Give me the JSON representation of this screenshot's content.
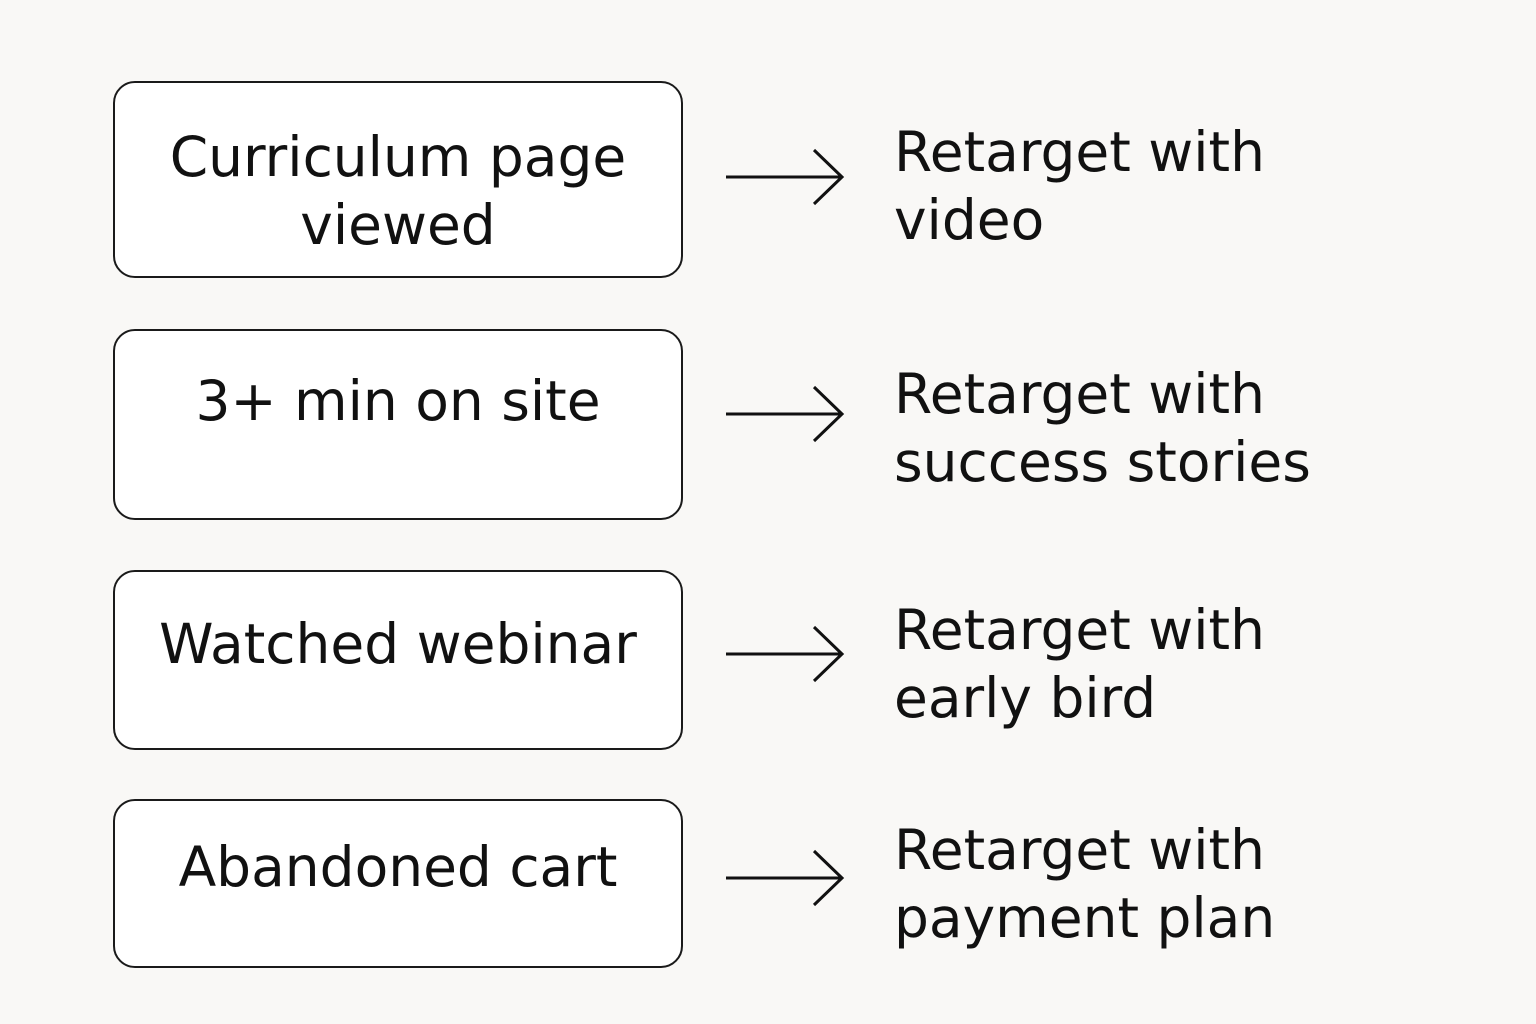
{
  "rows": [
    {
      "trigger": "Curriculum page\nviewed",
      "action": "Retarget with\nvideo"
    },
    {
      "trigger": "3+ min on site",
      "action": "Retarget with\nsuccess stories"
    },
    {
      "trigger": "Watched webinar",
      "action": "Retarget with\nearly bird"
    },
    {
      "trigger": "Abandoned cart",
      "action": "Retarget with\npayment plan"
    }
  ],
  "colors": {
    "background": "#f9f8f6",
    "box_border": "#1a1a1a",
    "text": "#111111"
  },
  "icons": {
    "connector": "arrow-right-icon"
  }
}
